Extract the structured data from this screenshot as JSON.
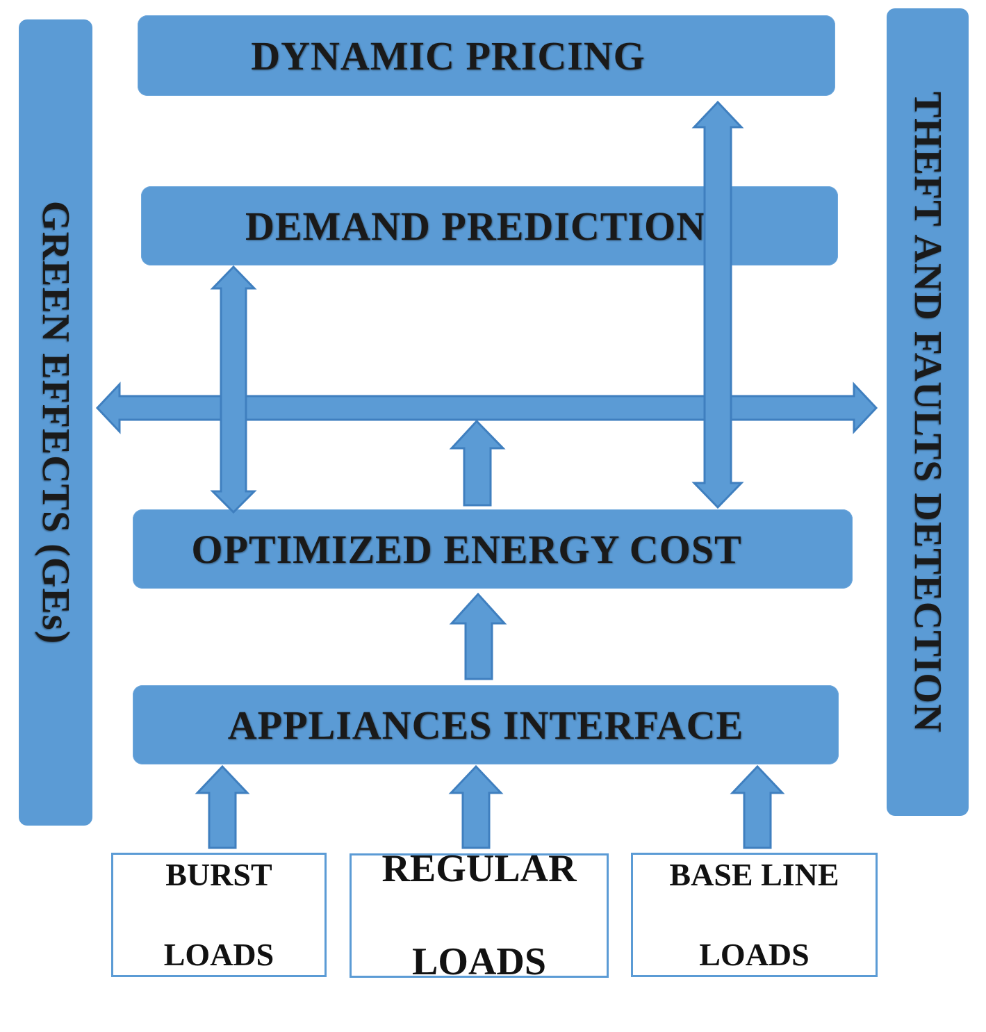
{
  "boxes": {
    "dynamic_pricing": "DYNAMIC PRICING",
    "demand_prediction": "DEMAND PREDICTION",
    "optimized_energy_cost": "OPTIMIZED ENERGY COST",
    "appliances_interface": "APPLIANCES INTERFACE"
  },
  "sides": {
    "left": "GREEN EFFECTS (GEs)",
    "right": "THEFT AND FAULTS DETECTION"
  },
  "loads": [
    {
      "line1": "BURST",
      "line2": "LOADS"
    },
    {
      "line1": "REGULAR",
      "line2": "LOADS"
    },
    {
      "line1": "BASE LINE",
      "line2": "LOADS"
    }
  ],
  "colors": {
    "bar_fill": "#5b9bd5",
    "arrow_fill": "#5b9bd5",
    "arrow_stroke": "#3f7fbf",
    "load_border": "#5b9bd5"
  }
}
